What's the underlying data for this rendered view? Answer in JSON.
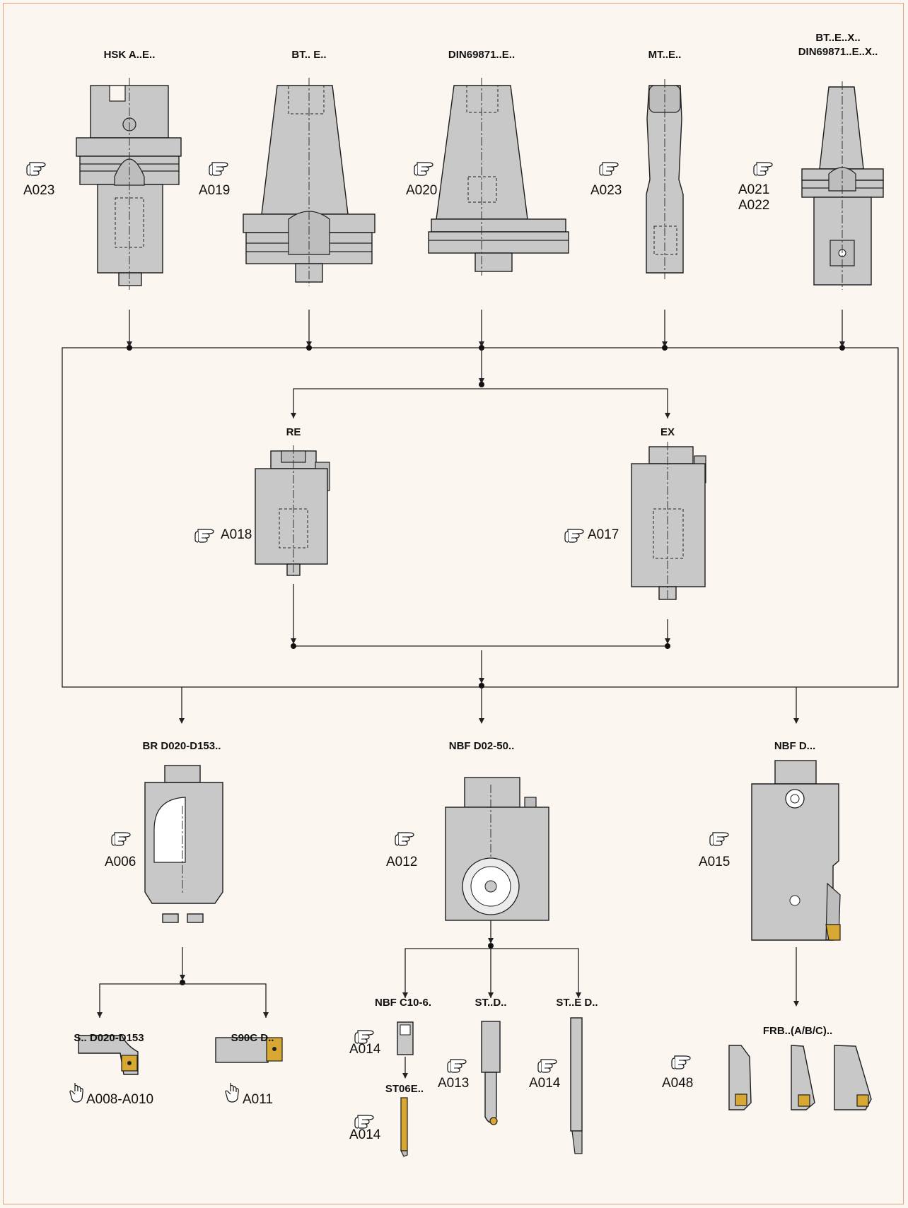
{
  "headers": {
    "hsk": "HSK A..E..",
    "bt": "BT.. E..",
    "din": "DIN69871..E..",
    "mt": "MT..E..",
    "btx_1": "BT..E..X..",
    "btx_2": "DIN69871..E..X..",
    "re": "RE",
    "ex": "EX",
    "br": "BR D020-D153..",
    "nbf502": "NBF D02-50..",
    "nbfd": "NBF D...",
    "s": "S.. D020-D153",
    "s90": "S90C D..",
    "nbfc": "NBF C10-6.",
    "std": "ST..D..",
    "sted": "ST..E D..",
    "st06": "ST06E..",
    "frb": "FRB..(A/B/C).."
  },
  "refs": {
    "hsk": "A023",
    "bt": "A019",
    "din": "A020",
    "mt": "A023",
    "btx_1": "A021",
    "btx_2": "A022",
    "re": "A018",
    "ex": "A017",
    "br": "A006",
    "nbf502": "A012",
    "nbfd": "A015",
    "s": "A008-A010",
    "s90": "A011",
    "nbfc": "A014",
    "st06": "A014",
    "std": "A013",
    "sted": "A014",
    "frb": "A048"
  },
  "icons": {
    "pointing_hand": "pointing-hand-icon",
    "finger_press": "finger-press-icon"
  },
  "colors": {
    "background": "#fbf7f0",
    "border": "#e0a27e",
    "tool": "#c8c8c8",
    "insert": "#d9a832"
  }
}
